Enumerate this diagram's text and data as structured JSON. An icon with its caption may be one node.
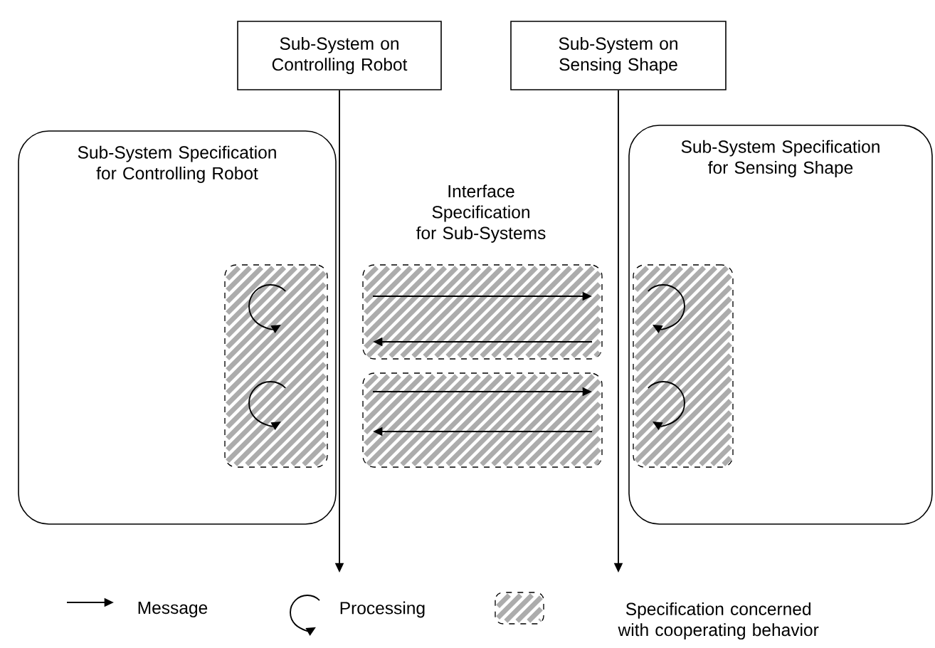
{
  "diagram": {
    "nodes": [
      {
        "text": [
          "Sub-System on Controlling Robot"
        ]
      },
      {
        "text": [
          "Sub-System on Sensing Shape"
        ]
      },
      {
        "text": [
          "Sub-System Specification for Controlling Robot"
        ]
      },
      {
        "text": [],
        "shape": "box",
        "in": 2
      },
      {
        "text": [],
        "shape": "box"
      },
      {
        "text": [],
        "shape": "box"
      },
      {
        "text": [
          "Sub-System Specification for Sensing Shape"
        ]
      },
      {
        "text": [],
        "shape": "box",
        "in": 6
      }
    ],
    "edges": [
      {
        "from": 0,
        "to": null,
        "arrow": "to"
      },
      {
        "from": 1,
        "to": null,
        "arrow": "to"
      }
    ],
    "labels": [
      "Interface Specification for Sub-Systems"
    ],
    "legend": [
      {
        "text": "Message"
      },
      {
        "text": "Processing"
      },
      {
        "text": "Specification concerned with cooperating behavior"
      }
    ]
  }
}
